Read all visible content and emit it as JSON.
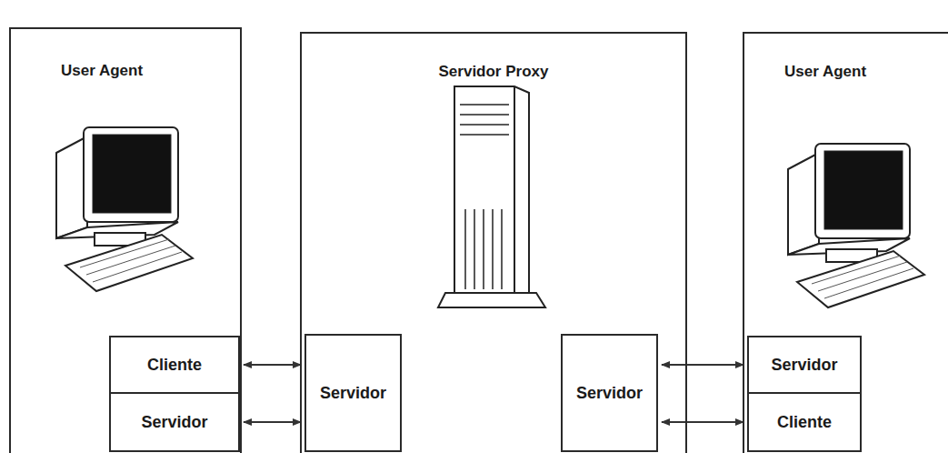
{
  "diagram": {
    "nodes": [
      {
        "text": [
          "User Agent"
        ]
      },
      {
        "text": [
          "Cliente"
        ],
        "in": 0
      },
      {
        "text": [
          "Servidor"
        ],
        "in": 0
      },
      {
        "text": [
          "Servidor Proxy"
        ]
      },
      {
        "text": [
          "Servidor"
        ],
        "in": 3
      },
      {
        "text": [
          "Servidor"
        ],
        "in": 3
      },
      {
        "text": [
          "User Agent"
        ]
      },
      {
        "text": [
          "Servidor"
        ],
        "in": 6
      },
      {
        "text": [
          "Cliente"
        ],
        "in": 6
      }
    ],
    "edges": [
      {
        "from": 1,
        "to": 4,
        "arrow": "both"
      },
      {
        "from": 2,
        "to": 4,
        "arrow": "both"
      },
      {
        "from": 5,
        "to": 7,
        "arrow": "both"
      },
      {
        "from": 5,
        "to": 8,
        "arrow": "both"
      }
    ]
  }
}
